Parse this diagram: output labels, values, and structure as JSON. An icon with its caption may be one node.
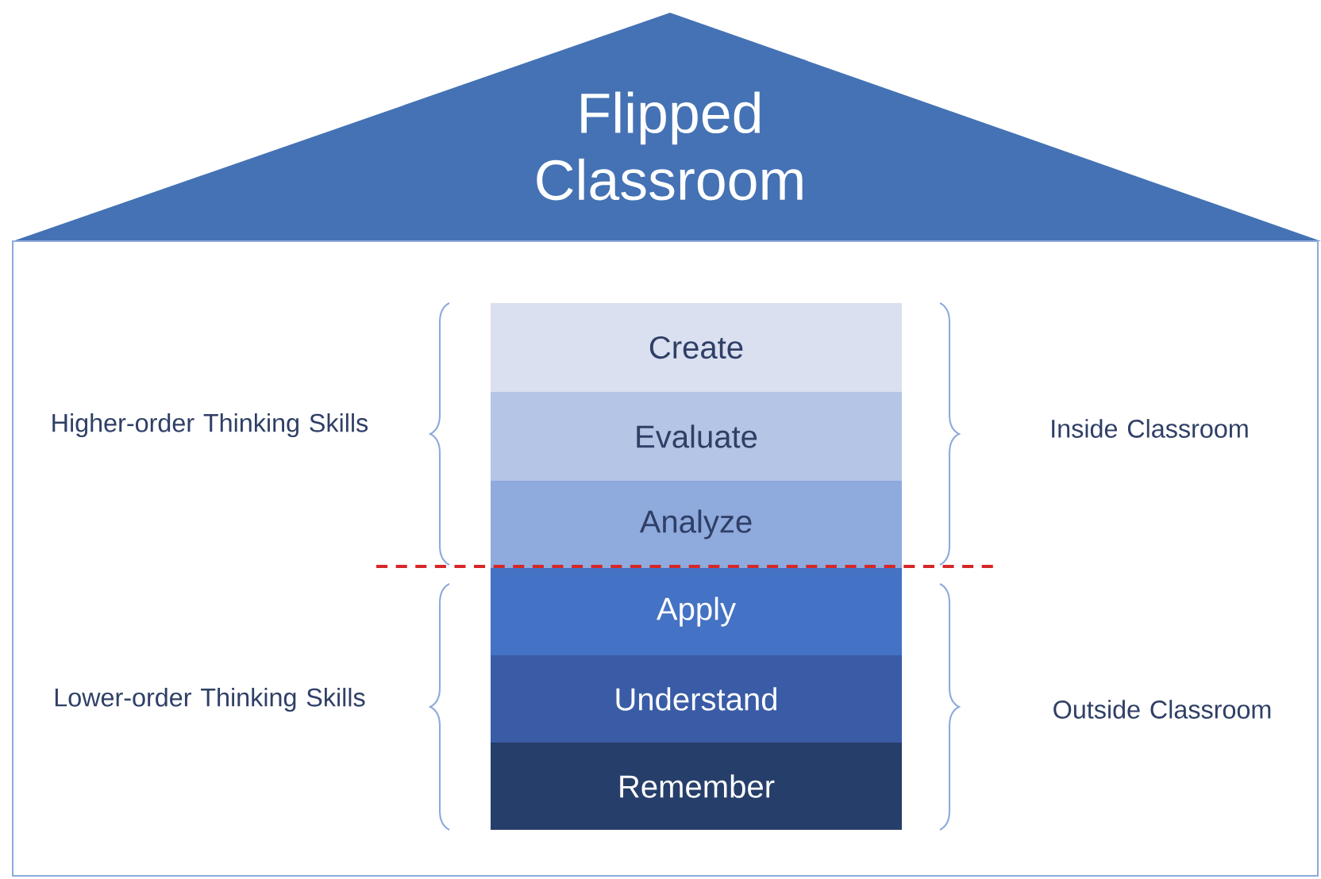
{
  "diagram": {
    "nodes": [
      {
        "text": [
          "Flipped Classroom"
        ]
      },
      {
        "text": [],
        "shape": "box"
      },
      {
        "text": [
          "Create"
        ],
        "in": 1
      },
      {
        "text": [
          "Evaluate"
        ],
        "in": 1
      },
      {
        "text": [
          "Analyze"
        ],
        "in": 1
      },
      {
        "text": [
          "Apply"
        ],
        "in": 1
      },
      {
        "text": [
          "Understand"
        ],
        "in": 1
      },
      {
        "text": [
          "Remember"
        ],
        "in": 1
      }
    ],
    "labels": [
      "Higher-order Thinking Skills",
      "Inside Classroom",
      "Lower-order Thinking Skills",
      "Outside Classroom"
    ]
  }
}
